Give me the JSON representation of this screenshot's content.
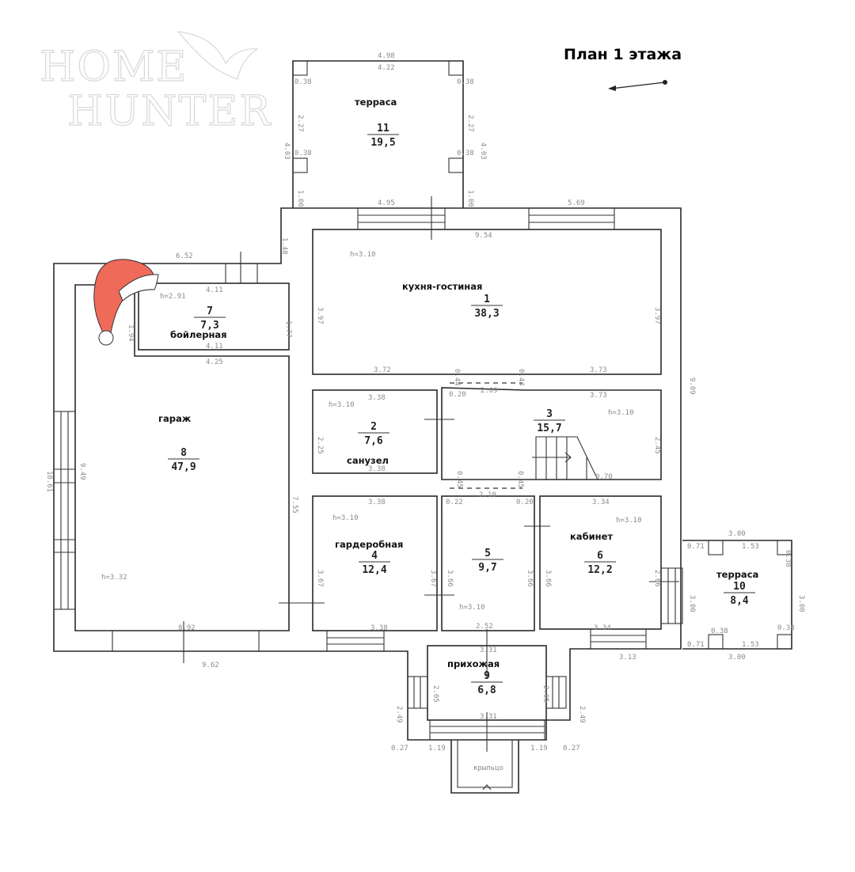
{
  "title": "План 1 этажа",
  "logo": {
    "line1": "HOME",
    "line2": "HUNTER"
  },
  "compass": {
    "icon": "north-arrow-icon"
  },
  "rooms": [
    {
      "name": "кухня-гостиная",
      "number": "1",
      "area": "38,3"
    },
    {
      "name": "санузел",
      "number": "2",
      "area": "7,6"
    },
    {
      "name": "",
      "number": "3",
      "area": "15,7"
    },
    {
      "name": "гардеробная",
      "number": "4",
      "area": "12,4"
    },
    {
      "name": "",
      "number": "5",
      "area": "9,7"
    },
    {
      "name": "кабинет",
      "number": "6",
      "area": "12,2"
    },
    {
      "name": "бойлерная",
      "number": "7",
      "area": "7,3"
    },
    {
      "name": "гараж",
      "number": "8",
      "area": "47,9"
    },
    {
      "name": "прихожая",
      "number": "9",
      "area": "6,8"
    },
    {
      "name": "терраса",
      "number": "10",
      "area": "8,4"
    },
    {
      "name": "терраса",
      "number": "11",
      "area": "19,5"
    }
  ],
  "porch_label": "крыльцо",
  "dimensions": [
    "4.98",
    "4.22",
    "0.38",
    "0.38",
    "2.27",
    "2.27",
    "4.03",
    "4.03",
    "0.38",
    "0.38",
    "1.00",
    "1.00",
    "4.95",
    "5.69",
    "9.54",
    "1.48",
    "6.52",
    "h=3.10",
    "4.11",
    "h=2.91",
    "1.77",
    "1.94",
    "4.11",
    "4.25",
    "3.97",
    "3.97",
    "3.72",
    "3.73",
    "0.44",
    "0.44",
    "2.09",
    "0.20",
    "3.38",
    "3.73",
    "h=3.10",
    "h=3.10",
    "2.25",
    "2.45",
    "3.38",
    "0.70",
    "0.45",
    "0.45",
    "2.10",
    "0.22",
    "0.20",
    "3.38",
    "3.34",
    "9.09",
    "10.61",
    "9.49",
    "7.55",
    "h=3.10",
    "h=3.10",
    "3.67",
    "3.67",
    "3.66",
    "3.66",
    "3.66",
    "2.66",
    "3.00",
    "h=3.32",
    "h=3.10",
    "8.92",
    "3.38",
    "3.34",
    "2.52",
    "3.31",
    "9.62",
    "3.13",
    "3.00",
    "0.71",
    "1.53",
    "0.38",
    "3.00",
    "0.38",
    "0.38",
    "0.71",
    "1.53",
    "3.00",
    "2.05",
    "2.05",
    "2.49",
    "2.49",
    "3.31",
    "0.27",
    "1.19",
    "1.19",
    "0.27"
  ]
}
